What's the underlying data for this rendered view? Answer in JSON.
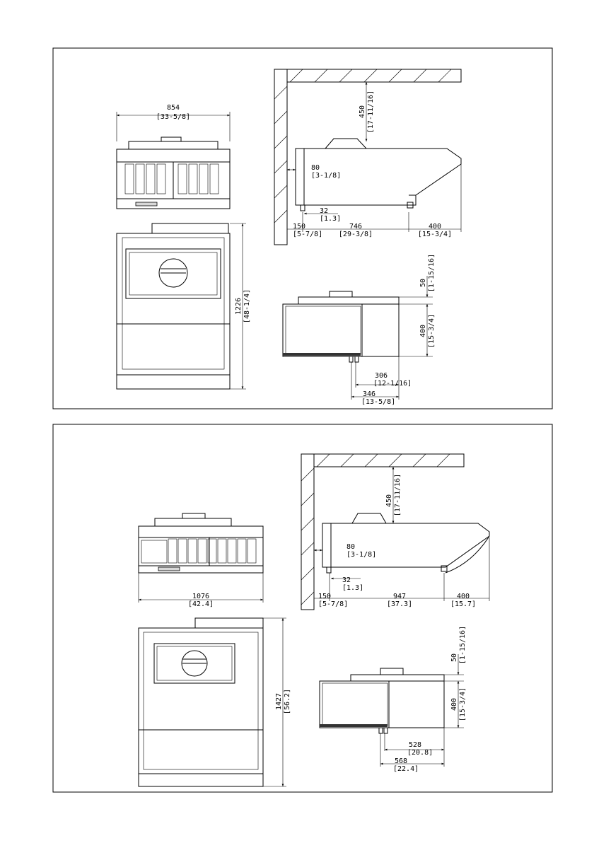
{
  "panel1": {
    "front_width": "854",
    "front_width_in": "[33-5/8]",
    "top_depth": "1226",
    "top_depth_in": "[48-1/4]",
    "wall_gap": "450",
    "wall_gap_in": "[17-11/16]",
    "side_back": "80",
    "side_back_in": "[3-1/8]",
    "side_drain": "32",
    "side_drain_in": "[1.3]",
    "side_wall_offset": "150",
    "side_wall_offset_in": "[5-7/8]",
    "side_length": "746",
    "side_length_in": "[29-3/8]",
    "side_front": "400",
    "side_front_in": "[15-3/4]",
    "bottom_top": "50",
    "bottom_top_in": "[1-15/16]",
    "bottom_height": "400",
    "bottom_height_in": "[15-3/4]",
    "bottom_inner": "306",
    "bottom_inner_in": "[12-1/16]",
    "bottom_outer": "346",
    "bottom_outer_in": "[13-5/8]"
  },
  "panel2": {
    "front_width": "1076",
    "front_width_in": "[42.4]",
    "top_depth": "1427",
    "top_depth_in": "[56.2]",
    "wall_gap": "450",
    "wall_gap_in": "[17-11/16]",
    "side_back": "80",
    "side_back_in": "[3-1/8]",
    "side_drain": "32",
    "side_drain_in": "[1.3]",
    "side_wall_offset": "150",
    "side_wall_offset_in": "[5-7/8]",
    "side_length": "947",
    "side_length_in": "[37.3]",
    "side_front": "400",
    "side_front_in": "[15.7]",
    "bottom_top": "50",
    "bottom_top_in": "[1-15/16]",
    "bottom_height": "400",
    "bottom_height_in": "[15-3/4]",
    "bottom_inner": "528",
    "bottom_inner_in": "[20.8]",
    "bottom_outer": "568",
    "bottom_outer_in": "[22.4]"
  }
}
